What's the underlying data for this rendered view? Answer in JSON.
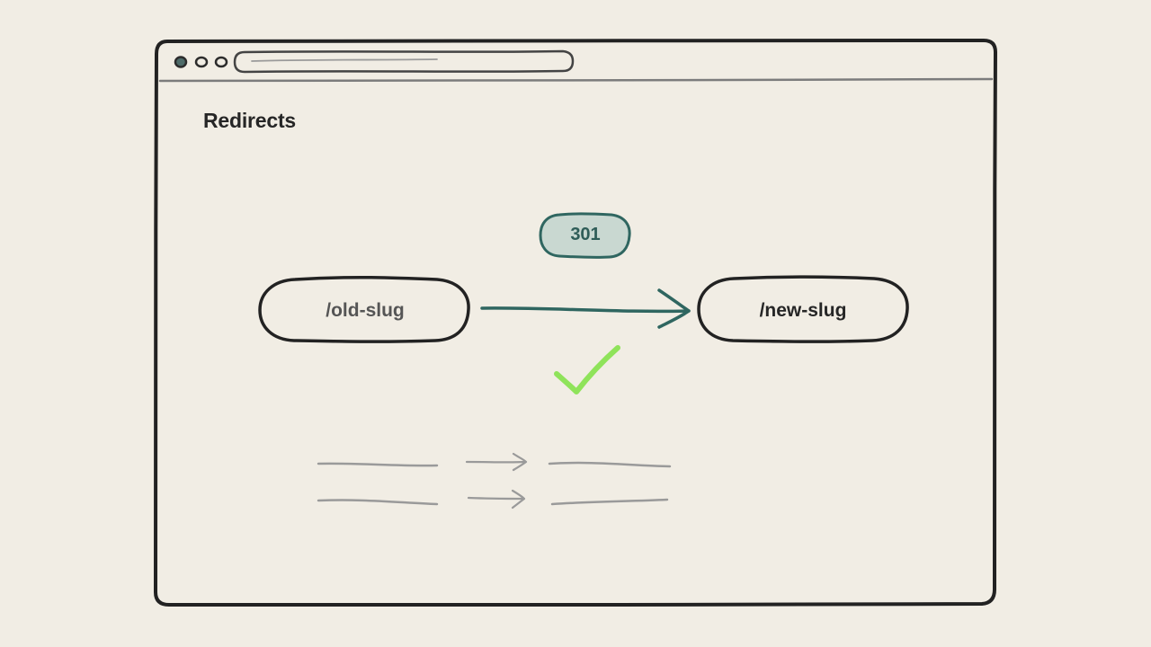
{
  "page": {
    "title": "Redirects"
  },
  "redirect": {
    "from": "/old-slug",
    "to": "/new-slug",
    "status_code": "301"
  },
  "icons": {
    "status": "checkmark-icon",
    "browser_controls": "window-dot-icon",
    "flow": "arrow-right-icon"
  },
  "colors": {
    "background": "#f1ede4",
    "ink": "#262626",
    "arrow": "#2f6660",
    "badge_fill": "#c9d8d1",
    "badge_stroke": "#2f6660",
    "success": "#8fe35a",
    "placeholder": "#9a9a9a"
  }
}
